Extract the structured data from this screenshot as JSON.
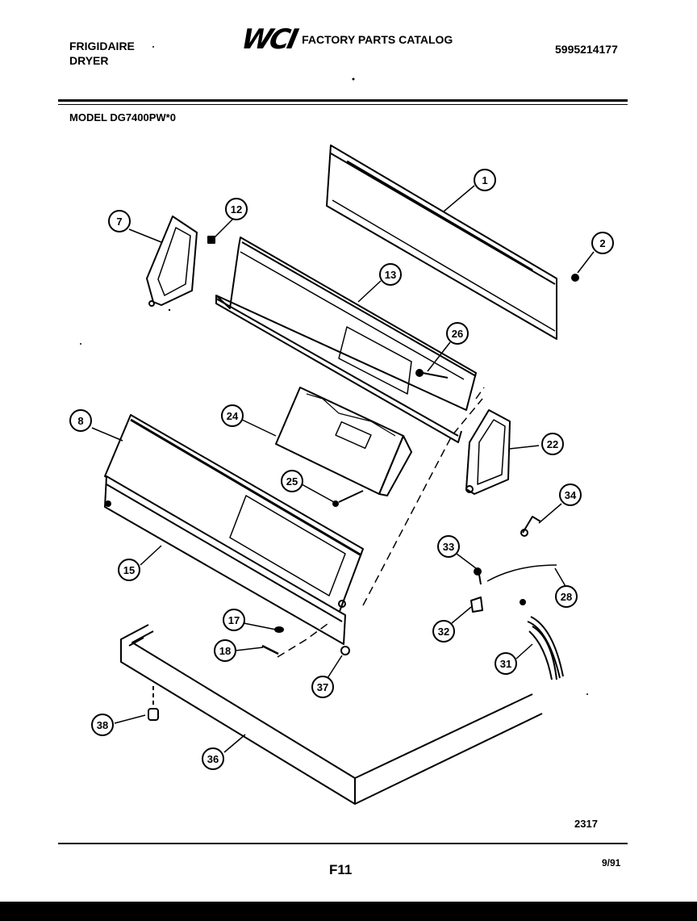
{
  "header": {
    "brand_line1": "FRIGIDAIRE",
    "brand_line2": "DRYER",
    "logo": "WCI",
    "catalog_title": "FACTORY PARTS CATALOG",
    "part_number": "5995214177"
  },
  "model": "MODEL DG7400PW*0",
  "callouts": [
    "1",
    "2",
    "7",
    "12",
    "13",
    "26",
    "8",
    "24",
    "22",
    "25",
    "34",
    "33",
    "28",
    "15",
    "32",
    "17",
    "18",
    "37",
    "31",
    "38",
    "36"
  ],
  "footer": {
    "drawing_number": "2317",
    "page": "F11",
    "date": "9/91"
  },
  "icons": {
    "logo": "wci-logo"
  }
}
